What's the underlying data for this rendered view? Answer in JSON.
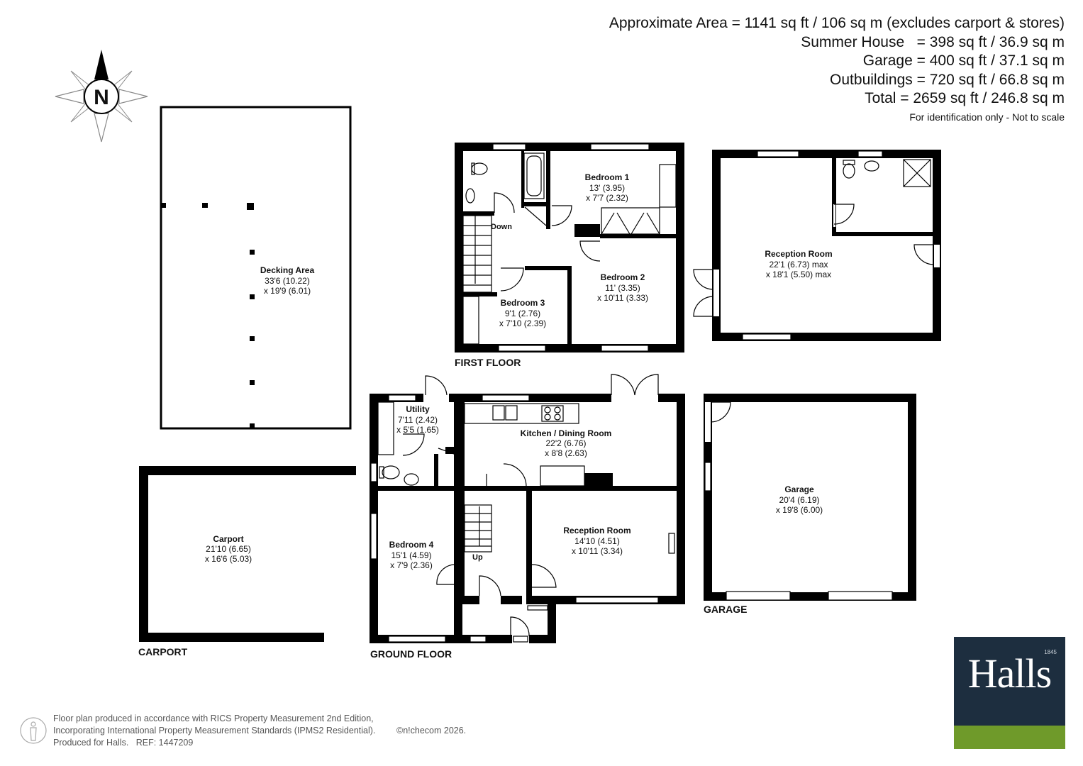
{
  "summary": {
    "lines": [
      "Approximate Area = 1141 sq ft / 106 sq m (excludes carport & stores)",
      "Summer House   = 398 sq ft / 36.9 sq m",
      "Garage = 400 sq ft / 37.1 sq m",
      "Outbuildings = 720 sq ft / 66.8 sq m",
      "Total = 2659 sq ft / 246.8 sq m"
    ],
    "note": "For identification only - Not to scale"
  },
  "compass": {
    "letter": "N"
  },
  "floors": {
    "first": "FIRST FLOOR",
    "ground": "GROUND FLOOR",
    "garage": "GARAGE",
    "carport": "CARPORT"
  },
  "rooms": {
    "bedroom1": {
      "name": "Bedroom 1",
      "dim1": "13' (3.95)",
      "dim2": "x 7'7 (2.32)"
    },
    "bedroom2": {
      "name": "Bedroom 2",
      "dim1": "11' (3.35)",
      "dim2": "x 10'11 (3.33)"
    },
    "bedroom3": {
      "name": "Bedroom 3",
      "dim1": "9'1 (2.76)",
      "dim2": "x 7'10 (2.39)"
    },
    "summer": {
      "name": "Reception Room",
      "dim1": "22'1 (6.73) max",
      "dim2": "x 18'1 (5.50) max"
    },
    "decking": {
      "name": "Decking Area",
      "dim1": "33'6 (10.22)",
      "dim2": "x 19'9 (6.01)"
    },
    "utility": {
      "name": "Utility",
      "dim1": "7'11 (2.42)",
      "dim2": "x 5'5 (1.65)"
    },
    "kitchen": {
      "name": "Kitchen / Dining Room",
      "dim1": "22'2 (6.76)",
      "dim2": "x 8'8 (2.63)"
    },
    "reception": {
      "name": "Reception Room",
      "dim1": "14'10 (4.51)",
      "dim2": "x 10'11 (3.34)"
    },
    "bedroom4": {
      "name": "Bedroom 4",
      "dim1": "15'1 (4.59)",
      "dim2": "x 7'9 (2.36)"
    },
    "garage": {
      "name": "Garage",
      "dim1": "20'4 (6.19)",
      "dim2": "x 19'8 (6.00)"
    },
    "carport": {
      "name": "Carport",
      "dim1": "21'10 (6.65)",
      "dim2": "x 16'6 (5.03)"
    }
  },
  "stairs": {
    "down": "Down",
    "up": "Up"
  },
  "footer": {
    "lines": [
      "Floor plan produced in accordance with RICS Property Measurement 2nd Edition,",
      "Incorporating International Property Measurement Standards (IPMS2 Residential).",
      "Produced for Halls.   REF: 1447209"
    ],
    "copyright": "©n!checom 2026."
  },
  "logo": {
    "word": "Halls",
    "year": "1845",
    "colors": {
      "navy": "#1d2e3f",
      "green": "#6f9a2a"
    }
  }
}
